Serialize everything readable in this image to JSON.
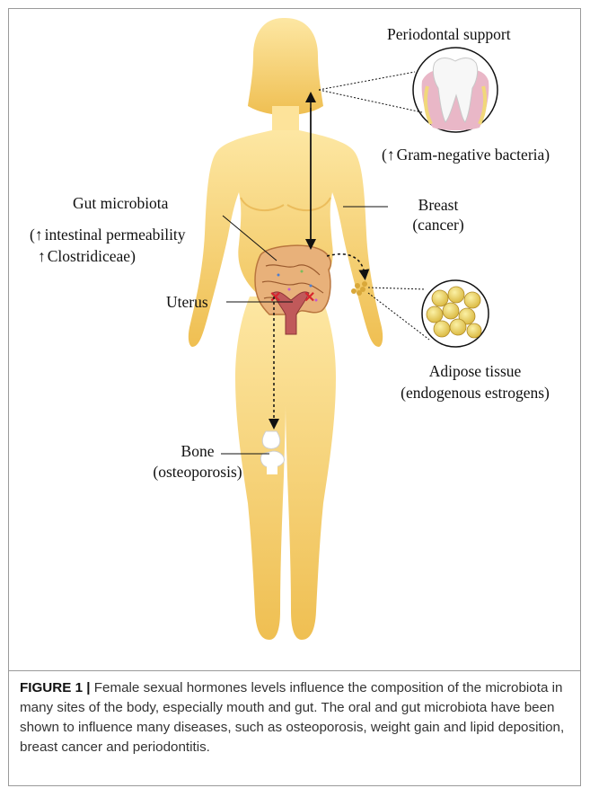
{
  "labels": {
    "periodontal_support": "Periodontal support",
    "gram_negative": "Gram-negative bacteria)",
    "gut_microbiota": "Gut microbiota",
    "intestinal_permeability": "intestinal permeability",
    "clostridiceae": "Clostridiceae)",
    "breast": "Breast",
    "cancer": "(cancer)",
    "uterus": "Uterus",
    "adipose_tissue": "Adipose tissue",
    "endogenous_estrogens": "(endogenous estrogens)",
    "bone": "Bone",
    "osteoporosis": "(osteoporosis)"
  },
  "symbols": {
    "open_paren": "(",
    "up_arrow": "↑"
  },
  "caption": {
    "figure_label": "FIGURE 1 |",
    "text": " Female sexual hormones levels influence the composition of the microbiota in many sites of the body, especially mouth and gut. The oral and gut microbiota have been shown to influence many diseases, such as osteoporosis, weight gain and lipid deposition, breast cancer and periodontitis."
  },
  "colors": {
    "body_top": "#fbe49a",
    "body_bottom": "#f0c155",
    "fat": "#f4e27a",
    "tooth_gum": "#e9b7c7",
    "uterus": "#c0595a"
  }
}
